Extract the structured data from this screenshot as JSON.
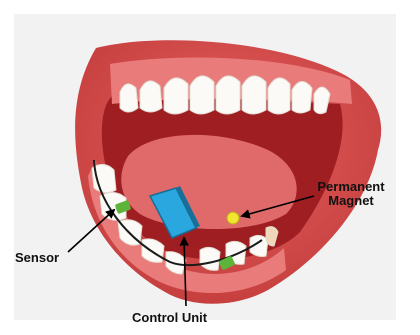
{
  "labels": {
    "permanent_magnet_line1": "Permanent",
    "permanent_magnet_line2": "Magnet",
    "sensor": "Sensor",
    "control_unit": "Control Unit"
  },
  "colors": {
    "background": "#ffffff",
    "backdrop": "#f2f2f2",
    "lips": "#d94a4a",
    "gum": "#ea7b7b",
    "mouth_interior": "#9e1e22",
    "tongue": "#e06a6a",
    "teeth": "#fbfaf6",
    "wire": "#1a1a1a",
    "sensor": "#5db43a",
    "control_unit": "#2aa7de",
    "magnet": "#f2e530",
    "arrow": "#000000"
  },
  "icons": {
    "sensor": "green-sensor-pad",
    "control_unit": "blue-control-unit-block",
    "magnet": "yellow-magnet-dot"
  }
}
